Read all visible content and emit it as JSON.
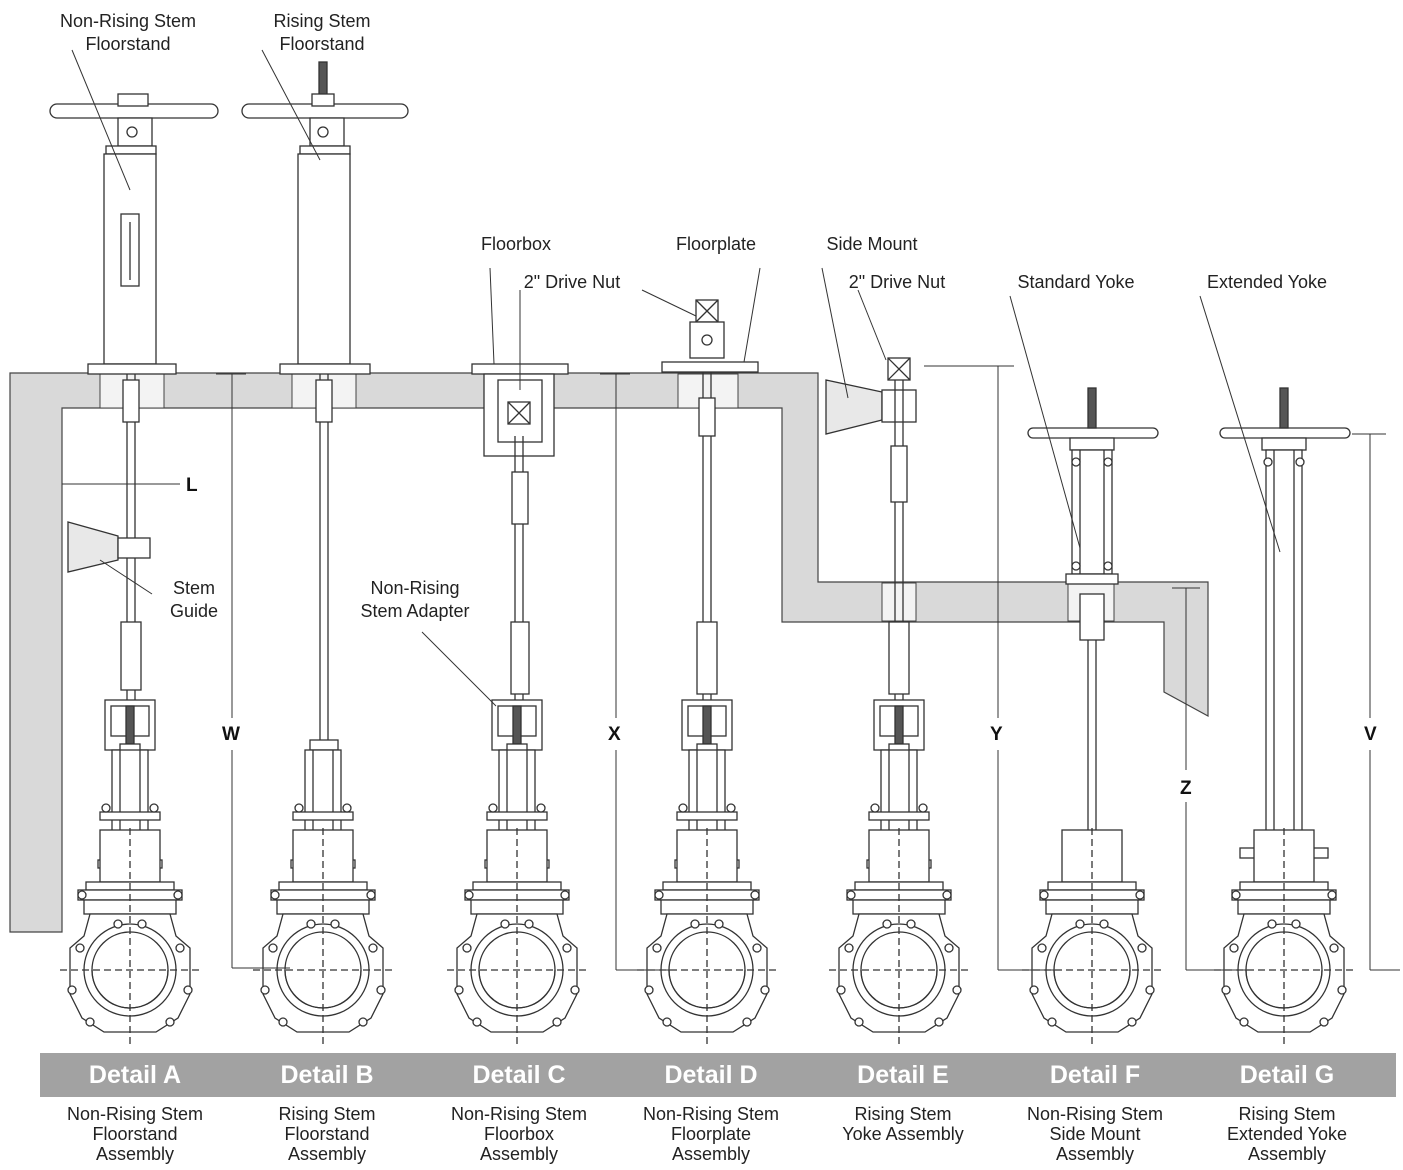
{
  "callouts": {
    "nrs_floorstand_1": "Non-Rising Stem",
    "nrs_floorstand_2": "Floorstand",
    "rs_floorstand_1": "Rising Stem",
    "rs_floorstand_2": "Floorstand",
    "floorbox": "Floorbox",
    "floorplate": "Floorplate",
    "side_mount": "Side Mount",
    "drive_nut_c": "2\" Drive Nut",
    "drive_nut_e": "2\" Drive Nut",
    "standard_yoke": "Standard Yoke",
    "extended_yoke": "Extended Yoke",
    "stem_guide_1": "Stem",
    "stem_guide_2": "Guide",
    "nrs_adapter_1": "Non-Rising",
    "nrs_adapter_2": "Stem Adapter"
  },
  "dimensions": {
    "L": "L",
    "W": "W",
    "X": "X",
    "Y": "Y",
    "Z": "Z",
    "V": "V"
  },
  "details": [
    {
      "title": "Detail A",
      "lines": [
        "Non-Rising Stem",
        "Floorstand",
        "Assembly"
      ]
    },
    {
      "title": "Detail B",
      "lines": [
        "Rising Stem",
        "Floorstand",
        "Assembly"
      ]
    },
    {
      "title": "Detail C",
      "lines": [
        "Non-Rising Stem",
        "Floorbox",
        "Assembly"
      ]
    },
    {
      "title": "Detail D",
      "lines": [
        "Non-Rising Stem",
        "Floorplate",
        "Assembly"
      ]
    },
    {
      "title": "Detail E",
      "lines": [
        "Rising Stem",
        "Yoke Assembly"
      ]
    },
    {
      "title": "Detail F",
      "lines": [
        "Non-Rising Stem",
        "Side Mount",
        "Assembly"
      ]
    },
    {
      "title": "Detail G",
      "lines": [
        "Rising Stem",
        "Extended Yoke",
        "Assembly"
      ]
    }
  ],
  "colors": {
    "concrete": "#d9d9d9",
    "banner": "#a2a2a2",
    "banner_text": "#ffffff",
    "line": "#333333"
  }
}
